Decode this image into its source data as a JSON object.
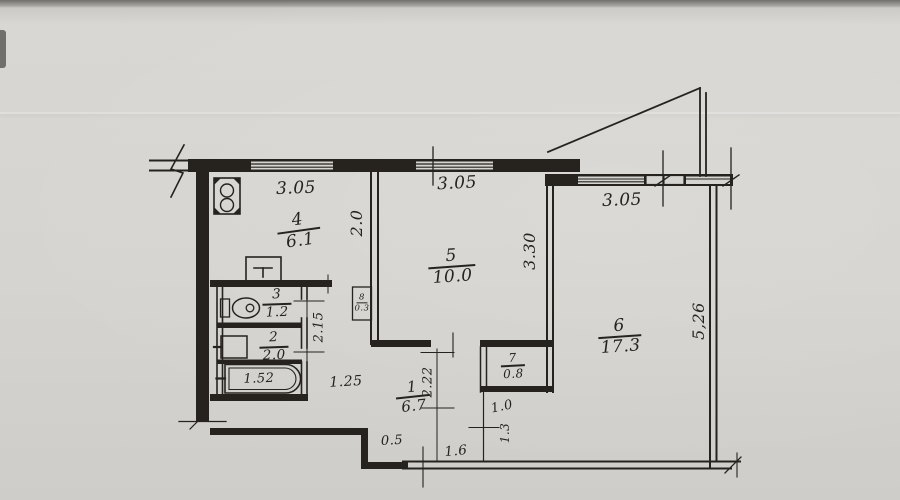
{
  "palette": {
    "paper": "#d6d4d0",
    "ink": "#26231e"
  },
  "rooms": {
    "hall": {
      "number": "1",
      "area": "6.7"
    },
    "bathroom": {
      "number": "2",
      "area": "2.0"
    },
    "wc": {
      "number": "3",
      "area": "1.2"
    },
    "kitchen": {
      "number": "4",
      "area": "6.1"
    },
    "living": {
      "number": "5",
      "area": "10.0"
    },
    "bedroom": {
      "number": "6",
      "area": "17.3"
    },
    "closet": {
      "number": "7",
      "area": "0.8"
    },
    "duct": {
      "number": "8",
      "area": "0.3"
    }
  },
  "dimensions": {
    "kitchen_window": "3.05",
    "living_window": "3.05",
    "bedroom_window": "3.05",
    "kitchen_depth": "2.0",
    "living_depth": "3.30",
    "bedroom_depth": "5,26",
    "hall_strip": "2.15",
    "hall_height": "2.22",
    "bath_length": "1.52",
    "bath_to_wall": "1.25",
    "closet_width": "1.0",
    "lower_segment": "1.3",
    "entry_step": "0.5",
    "entry_width": "1.6"
  }
}
